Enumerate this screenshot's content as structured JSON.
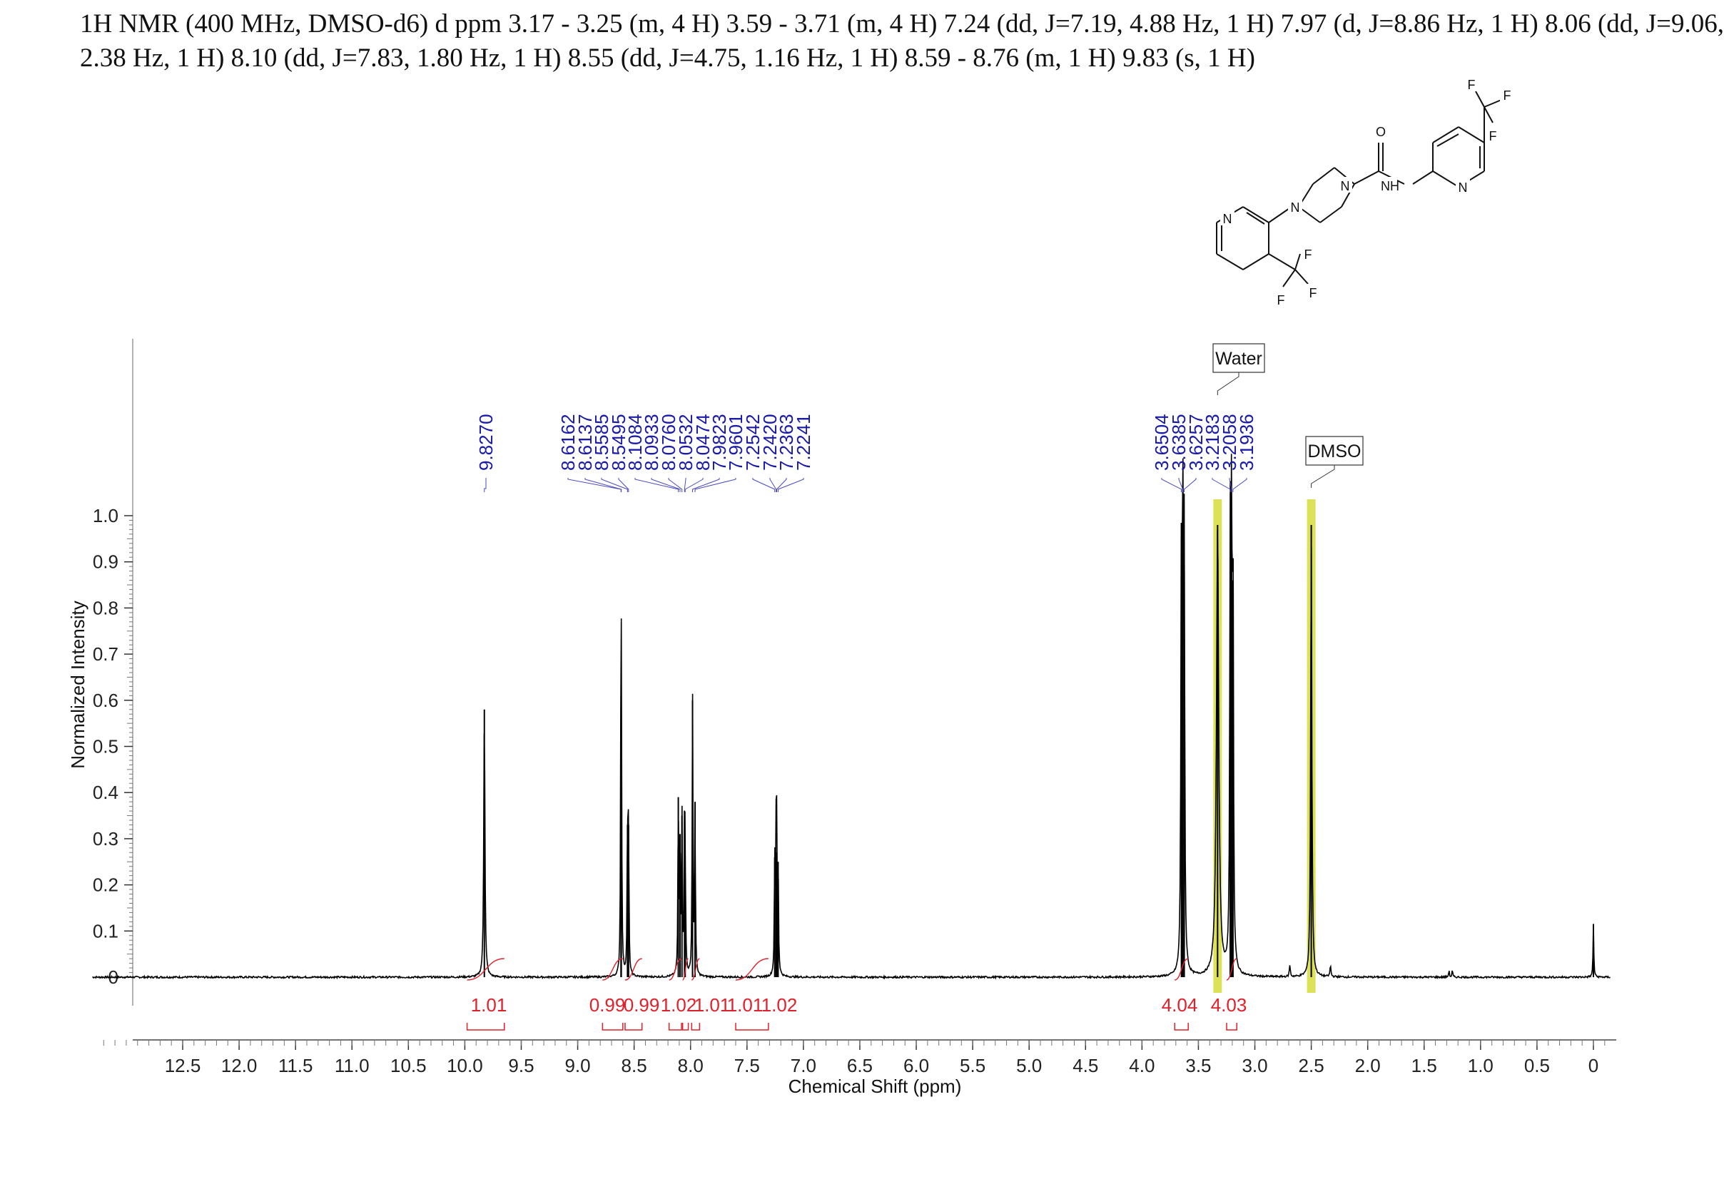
{
  "header": {
    "line1": "1H NMR (400 MHz, DMSO-d6) d ppm 3.17 - 3.25 (m, 4 H) 3.59 - 3.71 (m, 4 H) 7.24 (dd, J=7.19, 4.88 Hz, 1 H) 7.97 (d, J=8.86 Hz, 1 H) 8.06 (dd, J=9.06,",
    "line2": "2.38 Hz, 1 H) 8.10 (dd, J=7.83, 1.80 Hz, 1 H) 8.55 (dd, J=4.75, 1.16 Hz, 1 H) 8.59 - 8.76 (m, 1 H) 9.83 (s, 1 H)"
  },
  "chart_data": {
    "type": "line",
    "xlabel": "Chemical Shift (ppm)",
    "ylabel": "Normalized Intensity",
    "xlim": [
      13.3,
      -0.15
    ],
    "ylim": [
      -0.05,
      1.1
    ],
    "x_ticks": [
      "12.5",
      "12.0",
      "11.5",
      "11.0",
      "10.5",
      "10.0",
      "9.5",
      "9.0",
      "8.5",
      "8.0",
      "7.5",
      "7.0",
      "6.5",
      "6.0",
      "5.5",
      "5.0",
      "4.5",
      "4.0",
      "3.5",
      "3.0",
      "2.5",
      "2.0",
      "1.5",
      "1.0",
      "0.5",
      "0"
    ],
    "y_ticks": [
      "0",
      "0.1",
      "0.2",
      "0.3",
      "0.4",
      "0.5",
      "0.6",
      "0.7",
      "0.8",
      "0.9",
      "1.0"
    ],
    "peak_groups": [
      {
        "labels": [
          "9.8270"
        ],
        "x": [
          9.827
        ]
      },
      {
        "labels": [
          "8.6162",
          "8.6137",
          "8.5585",
          "8.5495",
          "8.1084",
          "8.0933",
          "8.0760",
          "8.0532",
          "8.0474",
          "7.9823",
          "7.9601",
          "7.2542",
          "7.2420",
          "7.2363",
          "7.2241"
        ],
        "x": [
          8.6162,
          8.6137,
          8.5585,
          8.5495,
          8.1084,
          8.0933,
          8.076,
          8.0532,
          8.0474,
          7.9823,
          7.9601,
          7.2542,
          7.242,
          7.2363,
          7.2241
        ]
      },
      {
        "labels": [
          "3.6504",
          "3.6385",
          "3.6257",
          "3.2183",
          "3.2058",
          "3.1936"
        ],
        "x": [
          3.6504,
          3.6385,
          3.6257,
          3.2183,
          3.2058,
          3.1936
        ]
      }
    ],
    "peaks": [
      {
        "x": 9.827,
        "h": 0.58,
        "w": 0.006
      },
      {
        "x": 8.6162,
        "h": 0.49,
        "w": 0.004
      },
      {
        "x": 8.6137,
        "h": 0.47,
        "w": 0.004
      },
      {
        "x": 8.5585,
        "h": 0.33,
        "w": 0.004
      },
      {
        "x": 8.5495,
        "h": 0.33,
        "w": 0.004
      },
      {
        "x": 8.1084,
        "h": 0.39,
        "w": 0.004
      },
      {
        "x": 8.0933,
        "h": 0.31,
        "w": 0.004
      },
      {
        "x": 8.076,
        "h": 0.35,
        "w": 0.004
      },
      {
        "x": 8.0532,
        "h": 0.32,
        "w": 0.004
      },
      {
        "x": 8.0474,
        "h": 0.22,
        "w": 0.004
      },
      {
        "x": 7.9823,
        "h": 0.6,
        "w": 0.004
      },
      {
        "x": 7.9601,
        "h": 0.38,
        "w": 0.004
      },
      {
        "x": 7.2542,
        "h": 0.26,
        "w": 0.004
      },
      {
        "x": 7.242,
        "h": 0.27,
        "w": 0.004
      },
      {
        "x": 7.2363,
        "h": 0.26,
        "w": 0.004
      },
      {
        "x": 7.2241,
        "h": 0.25,
        "w": 0.004
      },
      {
        "x": 3.6504,
        "h": 0.95,
        "w": 0.005
      },
      {
        "x": 3.6385,
        "h": 0.97,
        "w": 0.005
      },
      {
        "x": 3.6257,
        "h": 0.88,
        "w": 0.005
      },
      {
        "x": 3.33,
        "h": 0.98,
        "w": 0.012
      },
      {
        "x": 3.2183,
        "h": 0.9,
        "w": 0.005
      },
      {
        "x": 3.2058,
        "h": 0.95,
        "w": 0.005
      },
      {
        "x": 3.1936,
        "h": 0.86,
        "w": 0.005
      },
      {
        "x": 2.5,
        "h": 0.98,
        "w": 0.006
      },
      {
        "x": 2.69,
        "h": 0.025,
        "w": 0.005
      },
      {
        "x": 2.33,
        "h": 0.025,
        "w": 0.005
      },
      {
        "x": 1.28,
        "h": 0.015,
        "w": 0.004
      },
      {
        "x": 1.25,
        "h": 0.015,
        "w": 0.004
      },
      {
        "x": 0.0,
        "h": 0.115,
        "w": 0.004
      }
    ],
    "integrals": [
      {
        "from": 9.98,
        "to": 9.65,
        "value": "1.01"
      },
      {
        "from": 8.78,
        "to": 8.6,
        "value": "0.99"
      },
      {
        "from": 8.58,
        "to": 8.43,
        "value": "0.99"
      },
      {
        "from": 8.19,
        "to": 8.08,
        "value": "1.02"
      },
      {
        "from": 8.07,
        "to": 8.02,
        "value": "1.01"
      },
      {
        "from": 7.99,
        "to": 7.92,
        "value": "1.01"
      },
      {
        "from": 7.6,
        "to": 7.31,
        "value": "1.02"
      },
      {
        "from": 3.71,
        "to": 3.59,
        "value": "4.04"
      },
      {
        "from": 3.25,
        "to": 3.16,
        "value": "4.03"
      }
    ],
    "solvent_annotations": [
      {
        "label": "Water",
        "x": 3.33
      },
      {
        "label": "DMSO",
        "x": 2.5
      }
    ],
    "colors": {
      "spectrum": "#000000",
      "peak_labels": "#1a1aa8",
      "integrals": "#e0202a",
      "solvent_highlight": "#d6dc3a"
    }
  },
  "structure": {
    "atoms": [
      "O",
      "N",
      "NH",
      "N",
      "F",
      "F",
      "F",
      "N",
      "N",
      "F",
      "F",
      "F"
    ]
  }
}
